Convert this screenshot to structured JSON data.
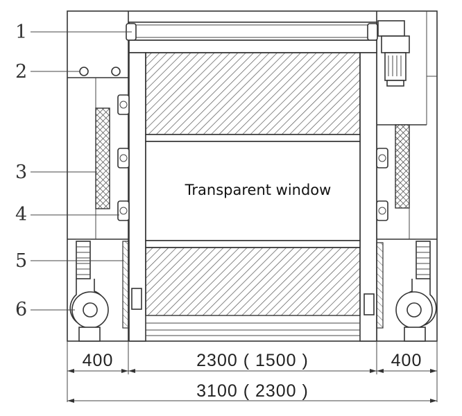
{
  "callouts": [
    {
      "label": "1"
    },
    {
      "label": "2"
    },
    {
      "label": "3"
    },
    {
      "label": "4"
    },
    {
      "label": "5"
    },
    {
      "label": "6"
    }
  ],
  "window": {
    "label": "Transparent window"
  },
  "dimensions": {
    "left": "400",
    "center": "2300 ( 1500 )",
    "right": "400",
    "total": "3100 ( 2300 )"
  },
  "colors": {
    "line": "#333333",
    "background": "#ffffff"
  },
  "icons": [
    "roller-shaft",
    "limit-switch",
    "side-brush",
    "guide-wheel",
    "spring",
    "blower-fan",
    "motor"
  ]
}
